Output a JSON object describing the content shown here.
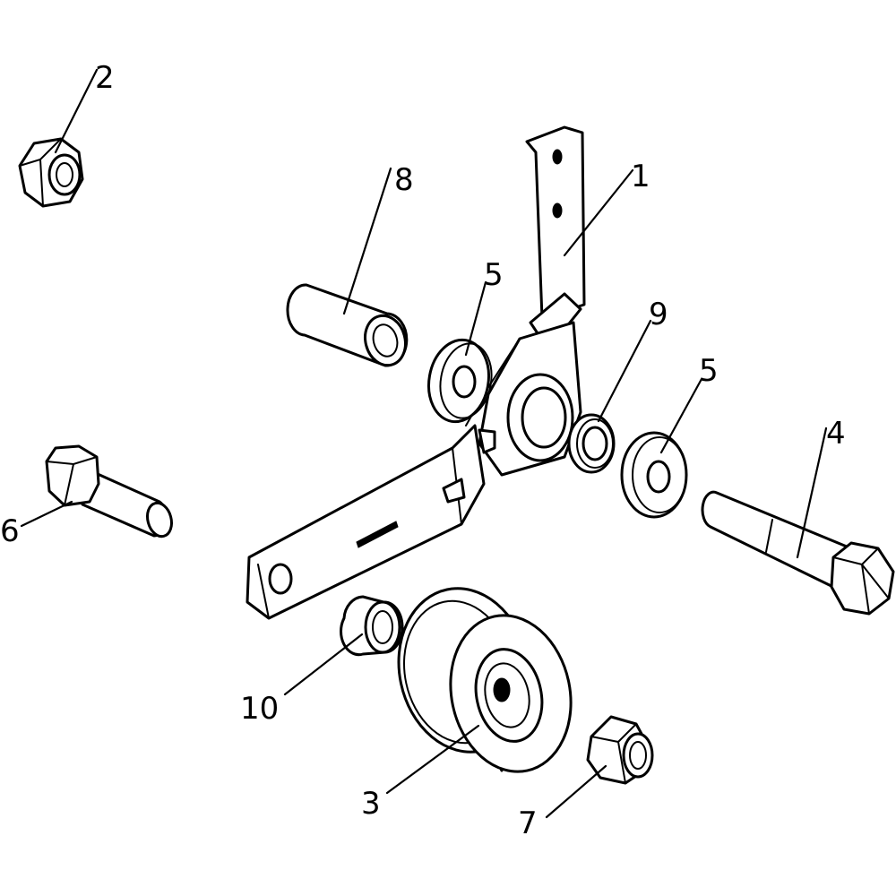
{
  "diagram": {
    "background": "#ffffff",
    "line_color": "#000000",
    "callouts": [
      {
        "id": "c1",
        "label": "1"
      },
      {
        "id": "c2",
        "label": "2"
      },
      {
        "id": "c3",
        "label": "3"
      },
      {
        "id": "c4",
        "label": "4"
      },
      {
        "id": "c5a",
        "label": "5"
      },
      {
        "id": "c5b",
        "label": "5"
      },
      {
        "id": "c6",
        "label": "6"
      },
      {
        "id": "c7",
        "label": "7"
      },
      {
        "id": "c8",
        "label": "8"
      },
      {
        "id": "c9",
        "label": "9"
      },
      {
        "id": "c10",
        "label": "10"
      }
    ]
  }
}
